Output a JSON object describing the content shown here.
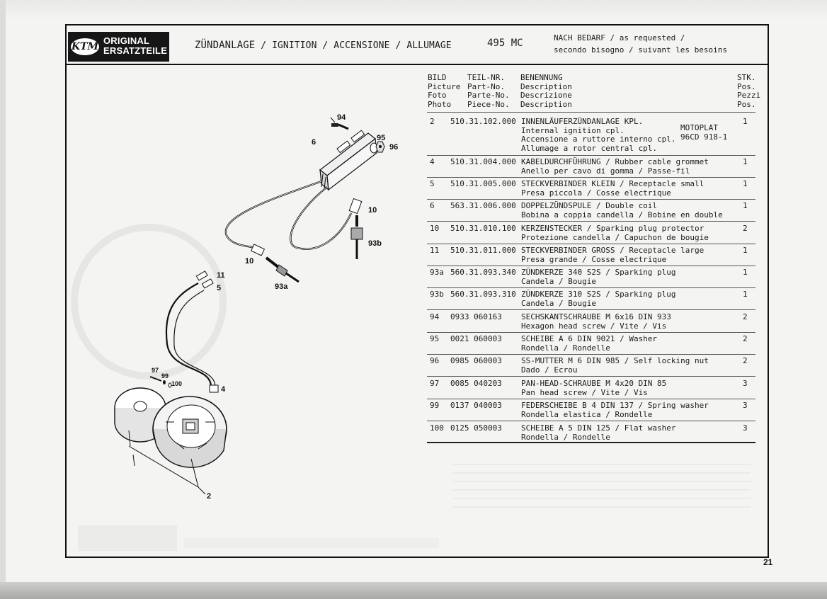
{
  "logo": {
    "badge": "KTM",
    "line1": "ORIGINAL",
    "line2": "ERSATZTEILE"
  },
  "header": {
    "title_de": "ZÜNDANLAGE",
    "title_rest": " / IGNITION / ACCENSIONE / ALLUMAGE",
    "model": "495 MC",
    "note_line1": "NACH BEDARF / as requested /",
    "note_line2": "secondo bisogno / suivant les besoins"
  },
  "columns": {
    "bild": [
      "BILD",
      "Picture",
      "Foto",
      "Photo"
    ],
    "teil": [
      "TEIL-NR.",
      "Part-No.",
      "Parte-No.",
      "Piece-No."
    ],
    "benennung": [
      "BENENNUNG",
      "Description",
      "Descrizione",
      "Description"
    ],
    "stk": [
      "STK.",
      "Pos.",
      "Pezzi",
      "Pos."
    ]
  },
  "rows": [
    {
      "no": "2",
      "part": "510.31.102.000",
      "desc": [
        "INNENLÄUFERZÜNDANLAGE KPL.",
        "Internal ignition cpl.",
        "Accensione a ruttore interno cpl.",
        "Allumage a rotor central cpl."
      ],
      "qty": "1",
      "extra": [
        "MOTOPLAT",
        "96CD 918-1"
      ]
    },
    {
      "no": "4",
      "part": "510.31.004.000",
      "desc": [
        "KABELDURCHFÜHRUNG / Rubber cable grommet",
        "Anello per cavo di gomma / Passe-fil"
      ],
      "qty": "1"
    },
    {
      "no": "5",
      "part": "510.31.005.000",
      "desc": [
        "STECKVERBINDER KLEIN / Receptacle small",
        "Presa piccola / Cosse electrique"
      ],
      "qty": "1"
    },
    {
      "no": "6",
      "part": "563.31.006.000",
      "desc": [
        "DOPPELZÜNDSPULE / Double coil",
        "Bobina a coppia candella / Bobine en double"
      ],
      "qty": "1"
    },
    {
      "no": "10",
      "part": "510.31.010.100",
      "desc": [
        "KERZENSTECKER / Sparking plug protector",
        "Protezione candella / Capuchon de bougie"
      ],
      "qty": "2"
    },
    {
      "no": "11",
      "part": "510.31.011.000",
      "desc": [
        "STECKVERBINDER GROSS / Receptacle large",
        "Presa grande / Cosse electrique"
      ],
      "qty": "1"
    },
    {
      "no": "93a",
      "part": "560.31.093.340",
      "desc": [
        "ZÜNDKERZE 340 S2S / Sparking plug",
        "Candela / Bougie"
      ],
      "qty": "1"
    },
    {
      "no": "93b",
      "part": "560.31.093.310",
      "desc": [
        "ZÜNDKERZE 310 S2S / Sparking plug",
        "Candela / Bougie"
      ],
      "qty": "1"
    },
    {
      "no": "94",
      "part": "0933 060163",
      "desc": [
        "SECHSKANTSCHRAUBE M 6x16 DIN 933",
        "Hexagon head screw / Vite / Vis"
      ],
      "qty": "2"
    },
    {
      "no": "95",
      "part": "0021 060003",
      "desc": [
        "SCHEIBE A 6 DIN 9021 / Washer",
        "Rondella / Rondelle"
      ],
      "qty": "2"
    },
    {
      "no": "96",
      "part": "0985 060003",
      "desc": [
        "SS-MUTTER M 6 DIN 985 / Self locking nut",
        "Dado / Ecrou"
      ],
      "qty": "2"
    },
    {
      "no": "97",
      "part": "0085 040203",
      "desc": [
        "PAN-HEAD-SCHRAUBE M 4x20 DIN 85",
        "Pan head screw / Vite / Vis"
      ],
      "qty": "3"
    },
    {
      "no": "99",
      "part": "0137 040003",
      "desc": [
        "FEDERSCHEIBE B 4 DIN 137 / Spring washer",
        "Rondella elastica / Rondelle"
      ],
      "qty": "3"
    },
    {
      "no": "100",
      "part": "0125 050003",
      "desc": [
        "SCHEIBE A 5 DIN 125 / Flat washer",
        "Rondella / Rondelle"
      ],
      "qty": "3"
    }
  ],
  "diagram": {
    "callouts": [
      "94",
      "6",
      "95",
      "96",
      "10",
      "93b",
      "10",
      "93a",
      "11",
      "5",
      "97",
      "99",
      "100",
      "4",
      "2"
    ]
  },
  "page_number": "21"
}
